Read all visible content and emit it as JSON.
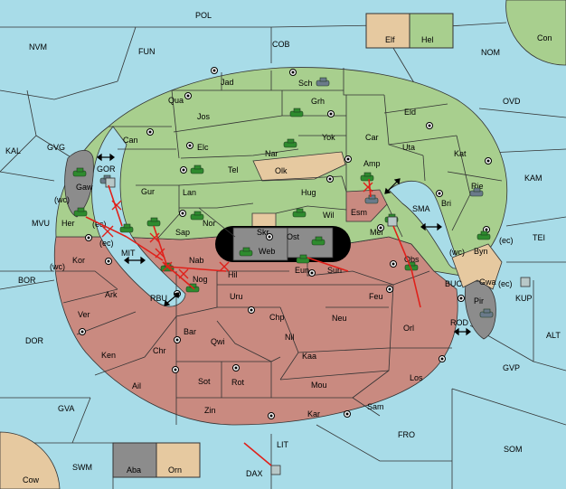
{
  "colors": {
    "sea": "#a8dce8",
    "green": "#a8cf8e",
    "red": "#c98a80",
    "neutral": "#e6c9a0",
    "grey": "#8c8c8c",
    "black": "#000000",
    "order_arrow": "#e0201a",
    "unit_green": "#2e8b2e",
    "unit_grey": "#6a7a8a"
  },
  "sea_labels": {
    "pol": "POL",
    "nvm": "NVM",
    "fun": "FUN",
    "cob": "COB",
    "nom": "NOM",
    "con": "Con",
    "ovd": "OVD",
    "kal": "KAL",
    "gvg": "GVG",
    "gor": "GOR",
    "mvu": "MVU",
    "mit": "MIT",
    "bor": "BOR",
    "dor": "DOR",
    "rbu": "RBU",
    "gva": "GVA",
    "swm": "SWM",
    "cow": "Cow",
    "lit": "LIT",
    "dax": "DAX",
    "fro": "FRO",
    "som": "SOM",
    "gvp": "GVP",
    "alt": "ALT",
    "rod": "ROD",
    "buc": "BUC",
    "kup": "KUP",
    "tei": "TEI",
    "kam": "KAM",
    "sma": "SMA",
    "wc_left": "(wc)",
    "ec_left": "(ec)",
    "wc_gaw": "(wc)",
    "ec_mit": "(ec)",
    "wc_byn": "(wc)",
    "ec_byn": "(ec)",
    "ec_gwa": "(ec)"
  },
  "legend": {
    "elf": "Elf",
    "hel": "Hel",
    "aba": "Aba",
    "orn": "Orn"
  },
  "land_labels": {
    "jad": "Jad",
    "sch": "Sch",
    "qua": "Qua",
    "jos": "Jos",
    "grh": "Grh",
    "eld": "Eld",
    "can": "Can",
    "elc": "Elc",
    "nar": "Nar",
    "yok": "Yok",
    "car": "Car",
    "uta": "Uta",
    "kat": "Kat",
    "tel": "Tel",
    "olk": "Olk",
    "amp": "Amp",
    "gaw": "Gaw",
    "gur": "Gur",
    "lan": "Lan",
    "hug": "Hug",
    "bri": "Bri",
    "rie": "Rie",
    "her": "Her",
    "nor": "Nor",
    "wil": "Wil",
    "esm": "Esm",
    "sap": "Sap",
    "skr": "Skr",
    "ost": "Ost",
    "mel": "Mel",
    "byn": "Byn",
    "web": "Web",
    "kor": "Kor",
    "nab": "Nab",
    "eun": "Eun",
    "sun": "Sun",
    "obs": "Obs",
    "gwa": "Gwa",
    "hil": "Hil",
    "ark": "Ark",
    "nog": "Nog",
    "uru": "Uru",
    "feu": "Feu",
    "pir": "Pir",
    "ver": "Ver",
    "chp": "Chp",
    "neu": "Neu",
    "orl": "Orl",
    "bar": "Bar",
    "qwi": "Qwi",
    "nil": "Nil",
    "ken": "Ken",
    "chr": "Chr",
    "kaa": "Kaa",
    "ail": "Ail",
    "sot": "Sot",
    "rot": "Rot",
    "mou": "Mou",
    "los": "Los",
    "zin": "Zin",
    "kar": "Kar",
    "sam": "Sam"
  },
  "units": [
    "tank-icon",
    "tank-icon",
    "tank-icon",
    "tank-icon",
    "tank-icon",
    "tank-icon",
    "tank-icon",
    "tank-icon",
    "tank-icon",
    "tank-icon",
    "tank-icon",
    "tank-icon",
    "tank-icon",
    "tank-icon",
    "ship-icon",
    "ship-icon",
    "ship-icon",
    "ship-icon",
    "ship-icon"
  ],
  "markers": [
    "supply-center-icon",
    "order-arrow-icon",
    "dislodged-cross-icon",
    "double-arrow-icon"
  ]
}
